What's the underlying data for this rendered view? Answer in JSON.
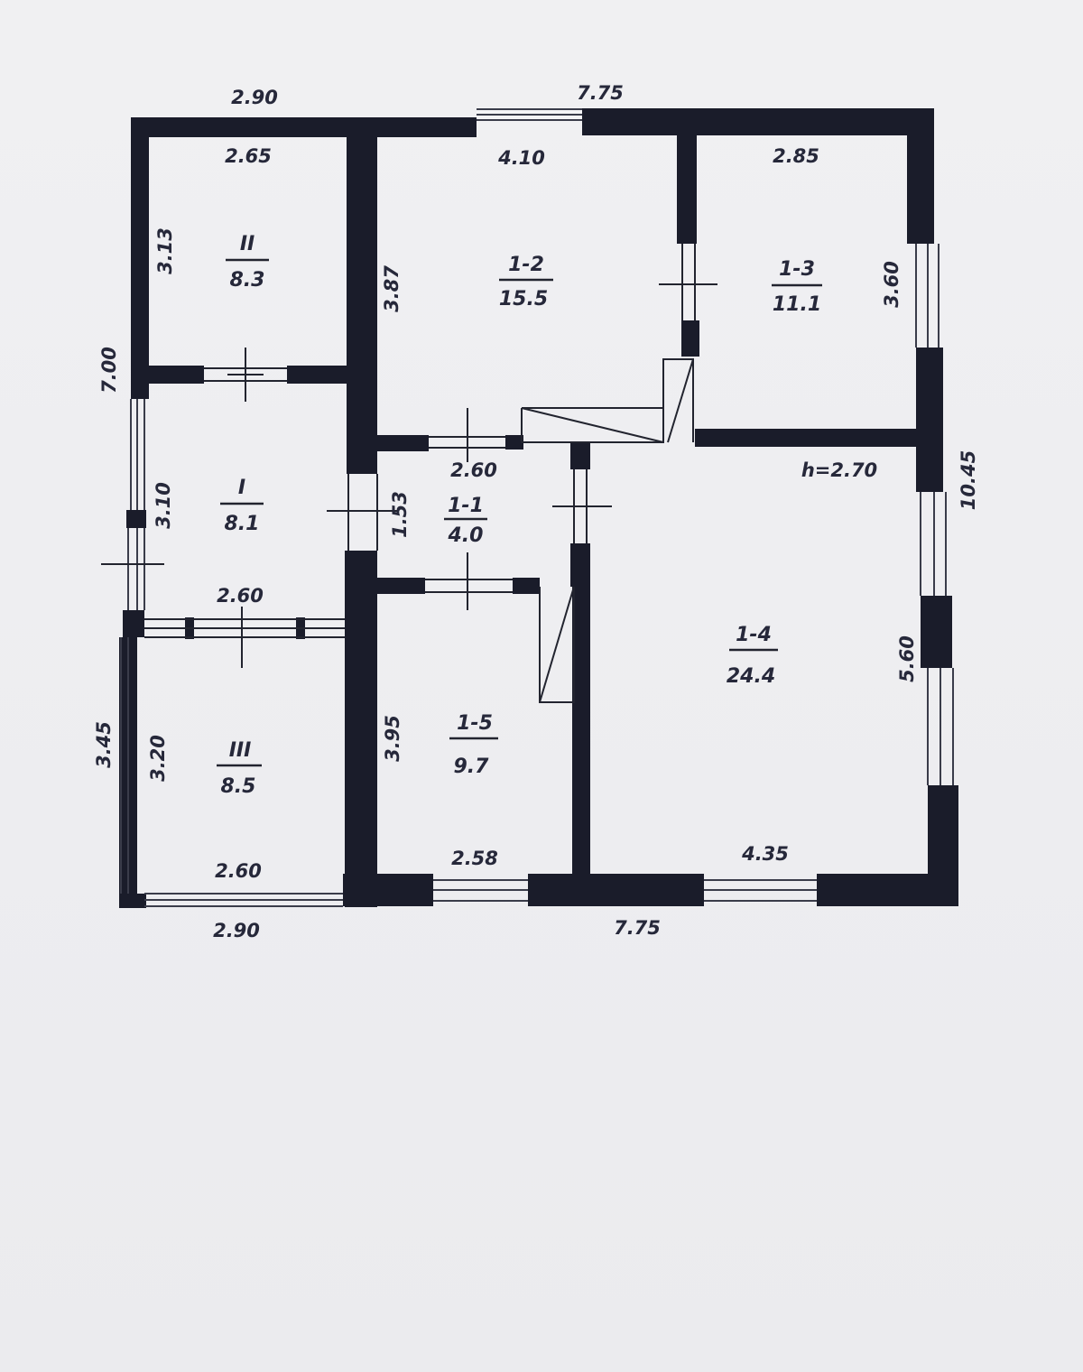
{
  "outer_dimensions": {
    "top_left_width": "2.90",
    "top_right_width": "7.75",
    "bottom_left_width": "2.90",
    "bottom_right_width": "7.75",
    "left_upper_height": "7.00",
    "left_lower_height": "3.45",
    "right_total_height": "10.45"
  },
  "height_note": "h=2.70",
  "rooms": [
    {
      "id": "II",
      "label": "II",
      "area": "8.3",
      "width": "2.65",
      "depth": "3.13"
    },
    {
      "id": "1-2",
      "label": "1-2",
      "area": "15.5",
      "width": "4.10",
      "depth": "3.87"
    },
    {
      "id": "1-3",
      "label": "1-3",
      "area": "11.1",
      "width": "2.85",
      "depth": "3.60"
    },
    {
      "id": "I",
      "label": "I",
      "area": "8.1",
      "width": "2.60",
      "depth": "3.10"
    },
    {
      "id": "1-1",
      "label": "1-1",
      "area": "4.0",
      "width": "2.60",
      "depth": "1.53"
    },
    {
      "id": "1-4",
      "label": "1-4",
      "area": "24.4",
      "width": "4.35",
      "depth": "5.60"
    },
    {
      "id": "III",
      "label": "III",
      "area": "8.5",
      "width": "2.60",
      "depth": "3.20"
    },
    {
      "id": "1-5",
      "label": "1-5",
      "area": "9.7",
      "width": "2.58",
      "depth": "3.95"
    }
  ]
}
